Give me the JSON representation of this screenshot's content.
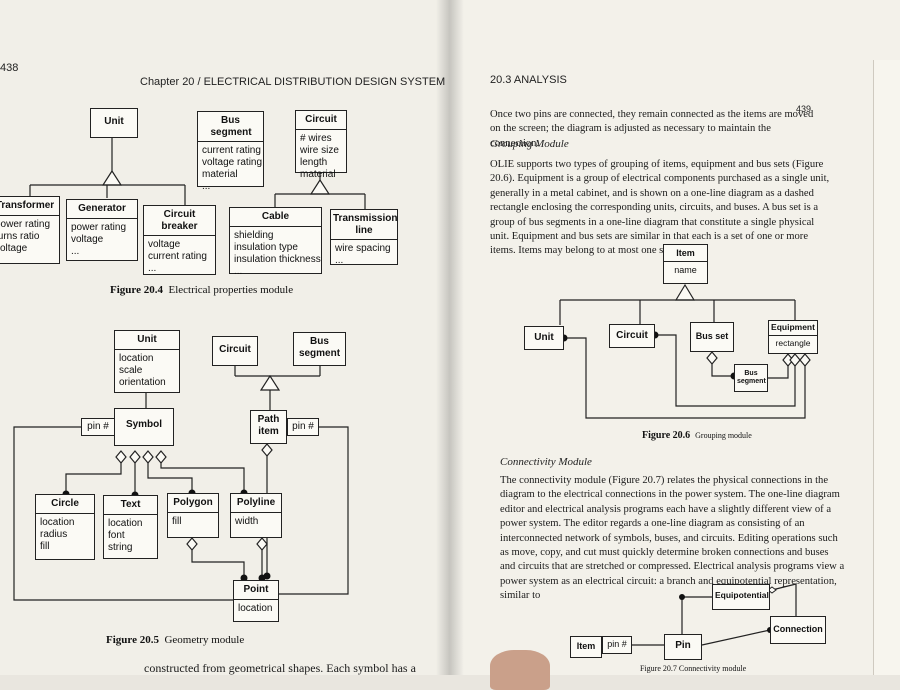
{
  "left_page": {
    "page_number": "438",
    "running_head": "Chapter 20 / ELECTRICAL DISTRIBUTION DESIGN SYSTEM",
    "figure_20_4": {
      "caption_label": "Figure 20.4",
      "caption_text": "Electrical properties module",
      "unit": {
        "title": "Unit"
      },
      "bus_segment": {
        "title": "Bus segment",
        "attrs": [
          "current rating",
          "voltage rating",
          "material",
          "..."
        ]
      },
      "circuit": {
        "title": "Circuit",
        "attrs": [
          "# wires",
          "wire size",
          "length",
          "material"
        ]
      },
      "transformer": {
        "title": "Transformer",
        "attrs": [
          "power rating",
          "turns ratio",
          "voltage"
        ]
      },
      "generator": {
        "title": "Generator",
        "attrs": [
          "power rating",
          "voltage",
          "..."
        ]
      },
      "circuit_breaker": {
        "title": "Circuit breaker",
        "attrs": [
          "voltage",
          "current rating",
          "..."
        ]
      },
      "cable": {
        "title": "Cable",
        "attrs": [
          "shielding",
          "insulation type",
          "insulation thickness",
          "..."
        ]
      },
      "transmission_line": {
        "title": "Transmission line",
        "attrs": [
          "wire spacing",
          "..."
        ]
      }
    },
    "figure_20_5": {
      "caption_label": "Figure 20.5",
      "caption_text": "Geometry module",
      "unit": {
        "title": "Unit",
        "attrs": [
          "location",
          "scale",
          "orientation"
        ]
      },
      "circuit": {
        "title": "Circuit"
      },
      "bus_segment": {
        "title": "Bus segment"
      },
      "symbol": {
        "title": "Symbol"
      },
      "pin_left": "pin #",
      "path_item": {
        "title": "Path item"
      },
      "pin_right": "pin #",
      "circle": {
        "title": "Circle",
        "attrs": [
          "location",
          "radius",
          "fill"
        ]
      },
      "text": {
        "title": "Text",
        "attrs": [
          "location",
          "font",
          "string"
        ]
      },
      "polygon": {
        "title": "Polygon",
        "attrs": [
          "fill"
        ]
      },
      "polyline": {
        "title": "Polyline",
        "attrs": [
          "width"
        ]
      },
      "point": {
        "title": "Point",
        "attrs": [
          "location"
        ]
      }
    },
    "bottom_text": "constructed from geometrical shapes. Each symbol has a"
  },
  "right_page": {
    "page_number": "439",
    "running_head": "20.3 ANALYSIS",
    "intro": "Once two pins are connected, they remain connected as the items are moved on the screen; the diagram is adjusted as necessary to maintain the connection.",
    "grouping_heading": "Grouping Module",
    "grouping_text": "OLIE supports two types of grouping of items, equipment and bus sets (Figure 20.6). Equipment is a group of electrical components purchased as a single unit, generally in a metal cabinet, and is shown on a one-line diagram as a dashed rectangle enclosing the corresponding units, circuits, and buses. A bus set is a group of bus segments in a one-line diagram that constitute a single physical unit. Equipment and bus sets are similar in that each is a set of one or more items. Items may belong to at most one set.",
    "figure_20_6": {
      "caption_label": "Figure 20.6",
      "caption_text": "Grouping module",
      "item": {
        "title": "Item",
        "attrs": [
          "name"
        ]
      },
      "unit": "Unit",
      "circuit": "Circuit",
      "bus_set": "Bus set",
      "equipment": {
        "title": "Equipment",
        "attrs": [
          "rectangle"
        ]
      },
      "bus_segment": "Bus segment"
    },
    "connectivity_heading": "Connectivity Module",
    "connectivity_text": "The connectivity module (Figure 20.7) relates the physical connections in the diagram to the electrical connections in the power system. The one-line diagram editor and electrical analysis programs each have a slightly different view of a power system. The editor regards a one-line diagram as consisting of an interconnected network of symbols, buses, and circuits. Editing operations such as move, copy, and cut must quickly determine broken connections and buses and circuits that are stretched or compressed. Electrical analysis programs view a power system as an electrical circuit: a branch and equipotential representation, similar to",
    "figure_20_7": {
      "equipotential": "Equipotential",
      "connection": "Connection",
      "item": "Item",
      "pin_label": "pin #",
      "pin": "Pin",
      "caption_partial": "Figure 20.7 Connectivity module"
    }
  }
}
